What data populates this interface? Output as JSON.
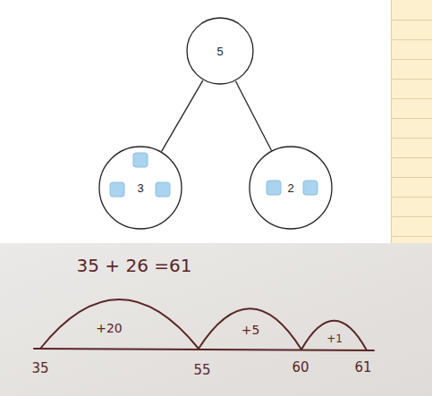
{
  "diagram": {
    "nodes": [
      {
        "text": [
          "5"
        ]
      },
      {
        "text": [
          "3"
        ]
      },
      {
        "text": [
          "2"
        ]
      }
    ],
    "edges": [
      {
        "from": 0,
        "to": 1,
        "arrow": "none"
      },
      {
        "from": 0,
        "to": 2,
        "arrow": "none"
      }
    ],
    "labels": [
      "35 + 26 =61",
      "+20",
      "+5",
      "+1",
      "35",
      "55",
      "60",
      "61"
    ]
  }
}
